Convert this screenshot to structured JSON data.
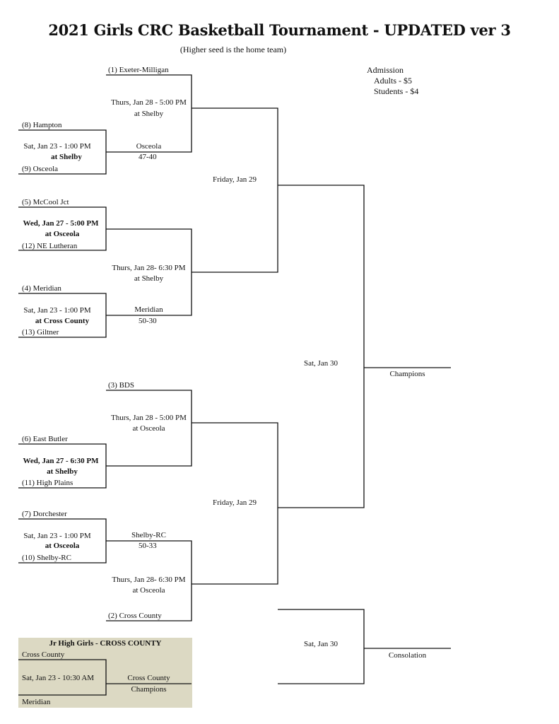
{
  "header": {
    "title": "2021 Girls CRC Basketball Tournament - UPDATED ver 3",
    "subtitle": "(Higher seed is the home team)"
  },
  "admission": {
    "title": "Admission",
    "adults": "Adults - $5",
    "students": "Students - $4"
  },
  "bracket_top": {
    "seed1": "(1) Exeter-Milligan",
    "seed8": "(8) Hampton",
    "seed9": "(9) Osceola",
    "game_8_9_date": "Sat, Jan 23 - 1:00 PM",
    "game_8_9_loc": "at Shelby",
    "result_8_9_winner": "Osceola",
    "result_8_9_score": "47-40",
    "qf1_date": "Thurs, Jan 28 - 5:00 PM",
    "qf1_loc": "at Shelby",
    "seed5": "(5) McCool Jct",
    "seed12": "(12) NE Lutheran",
    "game_5_12_date": "Wed, Jan 27 - 5:00 PM",
    "game_5_12_loc": "at Osceola",
    "qf2_date": "Thurs, Jan 28- 6:30 PM",
    "qf2_loc": "at Shelby",
    "seed4": "(4) Meridian",
    "seed13": "(13) Giltner",
    "game_4_13_date": "Sat, Jan 23 - 1:00 PM",
    "game_4_13_loc": "at Cross County",
    "result_4_13_winner": "Meridian",
    "result_4_13_score": "50-30",
    "semi_date": "Friday, Jan 29"
  },
  "bracket_bottom": {
    "seed3": "(3) BDS",
    "seed6": "(6) East Butler",
    "seed11": "(11) High Plains",
    "game_6_11_date": "Wed, Jan 27 - 6:30 PM",
    "game_6_11_loc": "at Shelby",
    "qf3_date": "Thurs, Jan 28 - 5:00 PM",
    "qf3_loc": "at Osceola",
    "seed7": "(7) Dorchester",
    "seed10": "(10) Shelby-RC",
    "game_7_10_date": "Sat, Jan 23 - 1:00 PM",
    "game_7_10_loc": "at Osceola",
    "result_7_10_winner": "Shelby-RC",
    "result_7_10_score": "50-33",
    "qf4_date": "Thurs, Jan 28- 6:30 PM",
    "qf4_loc": "at Osceola",
    "seed2": "(2) Cross County",
    "semi_date": "Friday, Jan 29"
  },
  "finals": {
    "championship_date": "Sat, Jan 30",
    "champions_label": "Champions",
    "consolation_date": "Sat, Jan 30",
    "consolation_label": "Consolation"
  },
  "jr_high": {
    "title": "Jr High Girls - CROSS COUNTY",
    "team1": "Cross County",
    "team2": "Meridian",
    "date": "Sat, Jan 23 - 10:30 AM",
    "winner": "Cross County",
    "result_label": "Champions"
  }
}
